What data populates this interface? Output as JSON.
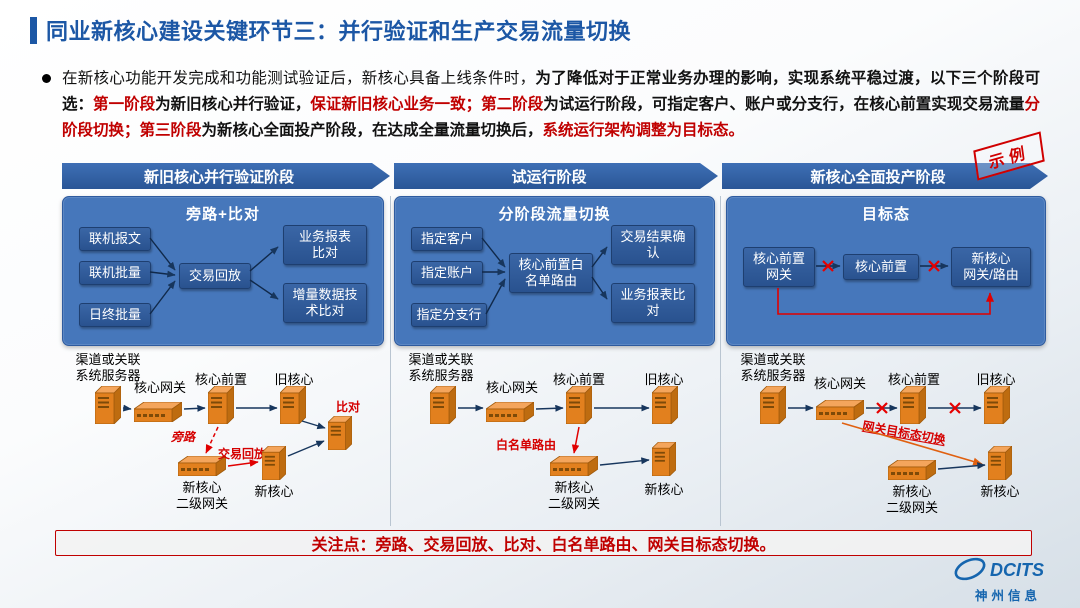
{
  "header": {
    "title": "同业新核心建设关键环节三：并行验证和生产交易流量切换",
    "stamp": "示例"
  },
  "intro": {
    "segments": [
      "在新核心功能开发完成和功能测试验证后，新核心具备上线条件时，",
      "为了降低对于正常业务办理的影响，实现系统平稳过渡，以下三个阶段可选：",
      "第一阶段",
      "为新旧核心并行验证，",
      "保证新旧核心业务一致；",
      "第二阶段",
      "为试运行阶段，可指定客户、账户或分支行，在核心前置实现交易流量",
      "分阶段切换；",
      "第三阶段",
      "为新核心全面投产阶段，在达成全量流量切换后，",
      "系统运行架构调整为目标态。"
    ]
  },
  "stage1": {
    "header": "新旧核心并行验证阶段",
    "panel": {
      "title": "旁路+比对",
      "sources": [
        "联机报文",
        "联机批量",
        "日终批量"
      ],
      "process": "交易回放",
      "outputs": [
        "业务报表\n比对",
        "增量数据技\n术比对"
      ]
    },
    "hw": {
      "source": "渠道或关联\n系统服务器",
      "gateway": "核心网关",
      "front": "核心前置",
      "old_core": "旧核心",
      "compare": "比对",
      "bypass": "旁路",
      "replay": "交易回放",
      "l2_gateway": "新核心\n二级网关",
      "new_core": "新核心"
    }
  },
  "stage2": {
    "header": "试运行阶段",
    "panel": {
      "title": "分阶段流量切换",
      "sources": [
        "指定客户",
        "指定账户",
        "指定分支行"
      ],
      "process": "核心前置白\n名单路由",
      "outputs": [
        "交易结果确\n认",
        "业务报表比\n对"
      ]
    },
    "hw": {
      "source": "渠道或关联\n系统服务器",
      "gateway": "核心网关",
      "front": "核心前置",
      "old_core": "旧核心",
      "whitelist": "白名单路由",
      "l2_gateway": "新核心\n二级网关",
      "new_core": "新核心"
    }
  },
  "stage3": {
    "header": "新核心全面投产阶段",
    "panel": {
      "title": "目标态",
      "boxes": [
        "核心前置\n网关",
        "核心前置",
        "新核心\n网关/路由"
      ]
    },
    "hw": {
      "source": "渠道或关联\n系统服务器",
      "gateway": "核心网关",
      "front": "核心前置",
      "old_core": "旧核心",
      "target_switch": "网关目标态切换",
      "l2_gateway": "新核心\n二级网关",
      "new_core": "新核心"
    }
  },
  "footer": {
    "note": "关注点：旁路、交易回放、比对、白名单路由、网关目标态切换。"
  },
  "logo": {
    "brand": "DCITS",
    "company": "神州信息"
  },
  "colors": {
    "accent_blue": "#1C57A5",
    "panel_blue": "#4677BB",
    "box_blue": "#2A5190",
    "emphasis_red": "#C00000",
    "annotation_red": "#D50000",
    "hardware_orange": "#E2801E"
  }
}
